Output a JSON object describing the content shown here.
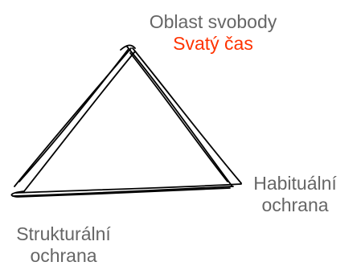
{
  "diagram": {
    "top_vertex": {
      "line1": "Oblast svobody",
      "line2": "Svatý čas"
    },
    "right_vertex": {
      "line1": "Habituální",
      "line2": "ochrana"
    },
    "left_vertex": {
      "line1": "Strukturální",
      "line2": "ochrana"
    }
  },
  "colors": {
    "label_gray": "#666666",
    "accent_red": "#ff3300",
    "stroke": "#000000"
  }
}
